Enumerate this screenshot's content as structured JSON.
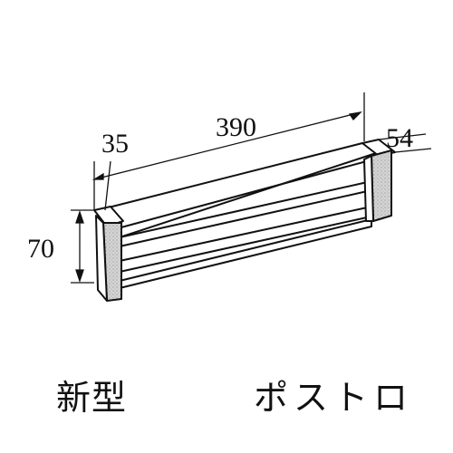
{
  "diagram": {
    "dimensions": {
      "length": "390",
      "depth_left": "35",
      "depth_right": "54",
      "height": "70"
    }
  },
  "captions": {
    "left": "新型",
    "right": "ポストロ"
  },
  "colors": {
    "line": "#111111",
    "post_fill": "#c9c9c9",
    "background": "#ffffff"
  }
}
